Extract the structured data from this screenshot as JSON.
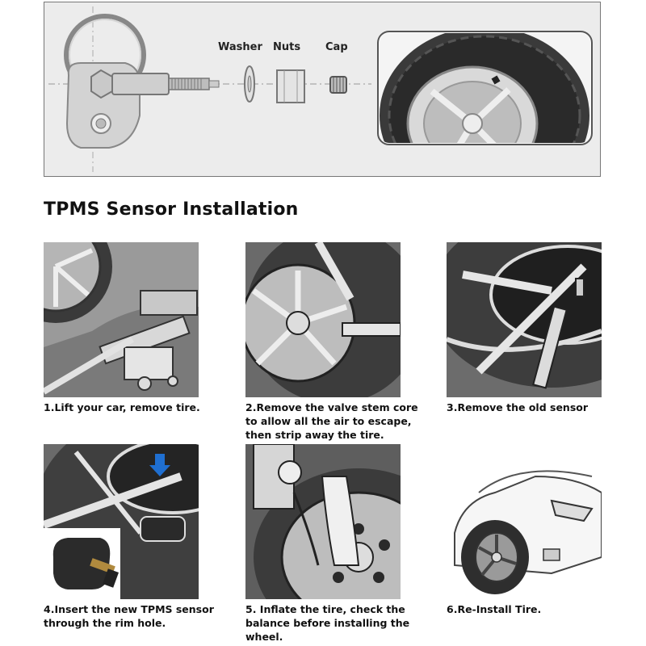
{
  "diagram": {
    "labels": {
      "washer": "Washer",
      "nuts": "Nuts",
      "cap": "Cap"
    }
  },
  "title": "TPMS Sensor Installation",
  "steps": [
    {
      "lines": [
        "1.Lift your car, remove tire."
      ]
    },
    {
      "lines": [
        "2.Remove the valve stem core",
        "to allow all the air to escape,",
        "then strip away the tire."
      ]
    },
    {
      "lines": [
        "3.Remove the old sensor"
      ]
    },
    {
      "lines": [
        "4.Insert the new TPMS sensor",
        "through the rim hole."
      ]
    },
    {
      "lines": [
        "5. Inflate the tire, check the",
        "balance before installing the",
        "wheel."
      ]
    },
    {
      "lines": [
        "6.Re-Install Tire."
      ]
    }
  ],
  "colors": {
    "accent_arrow": "#1f6fd1",
    "panel_gray": "#6a6a6a",
    "frame_gray": "#ececec"
  }
}
